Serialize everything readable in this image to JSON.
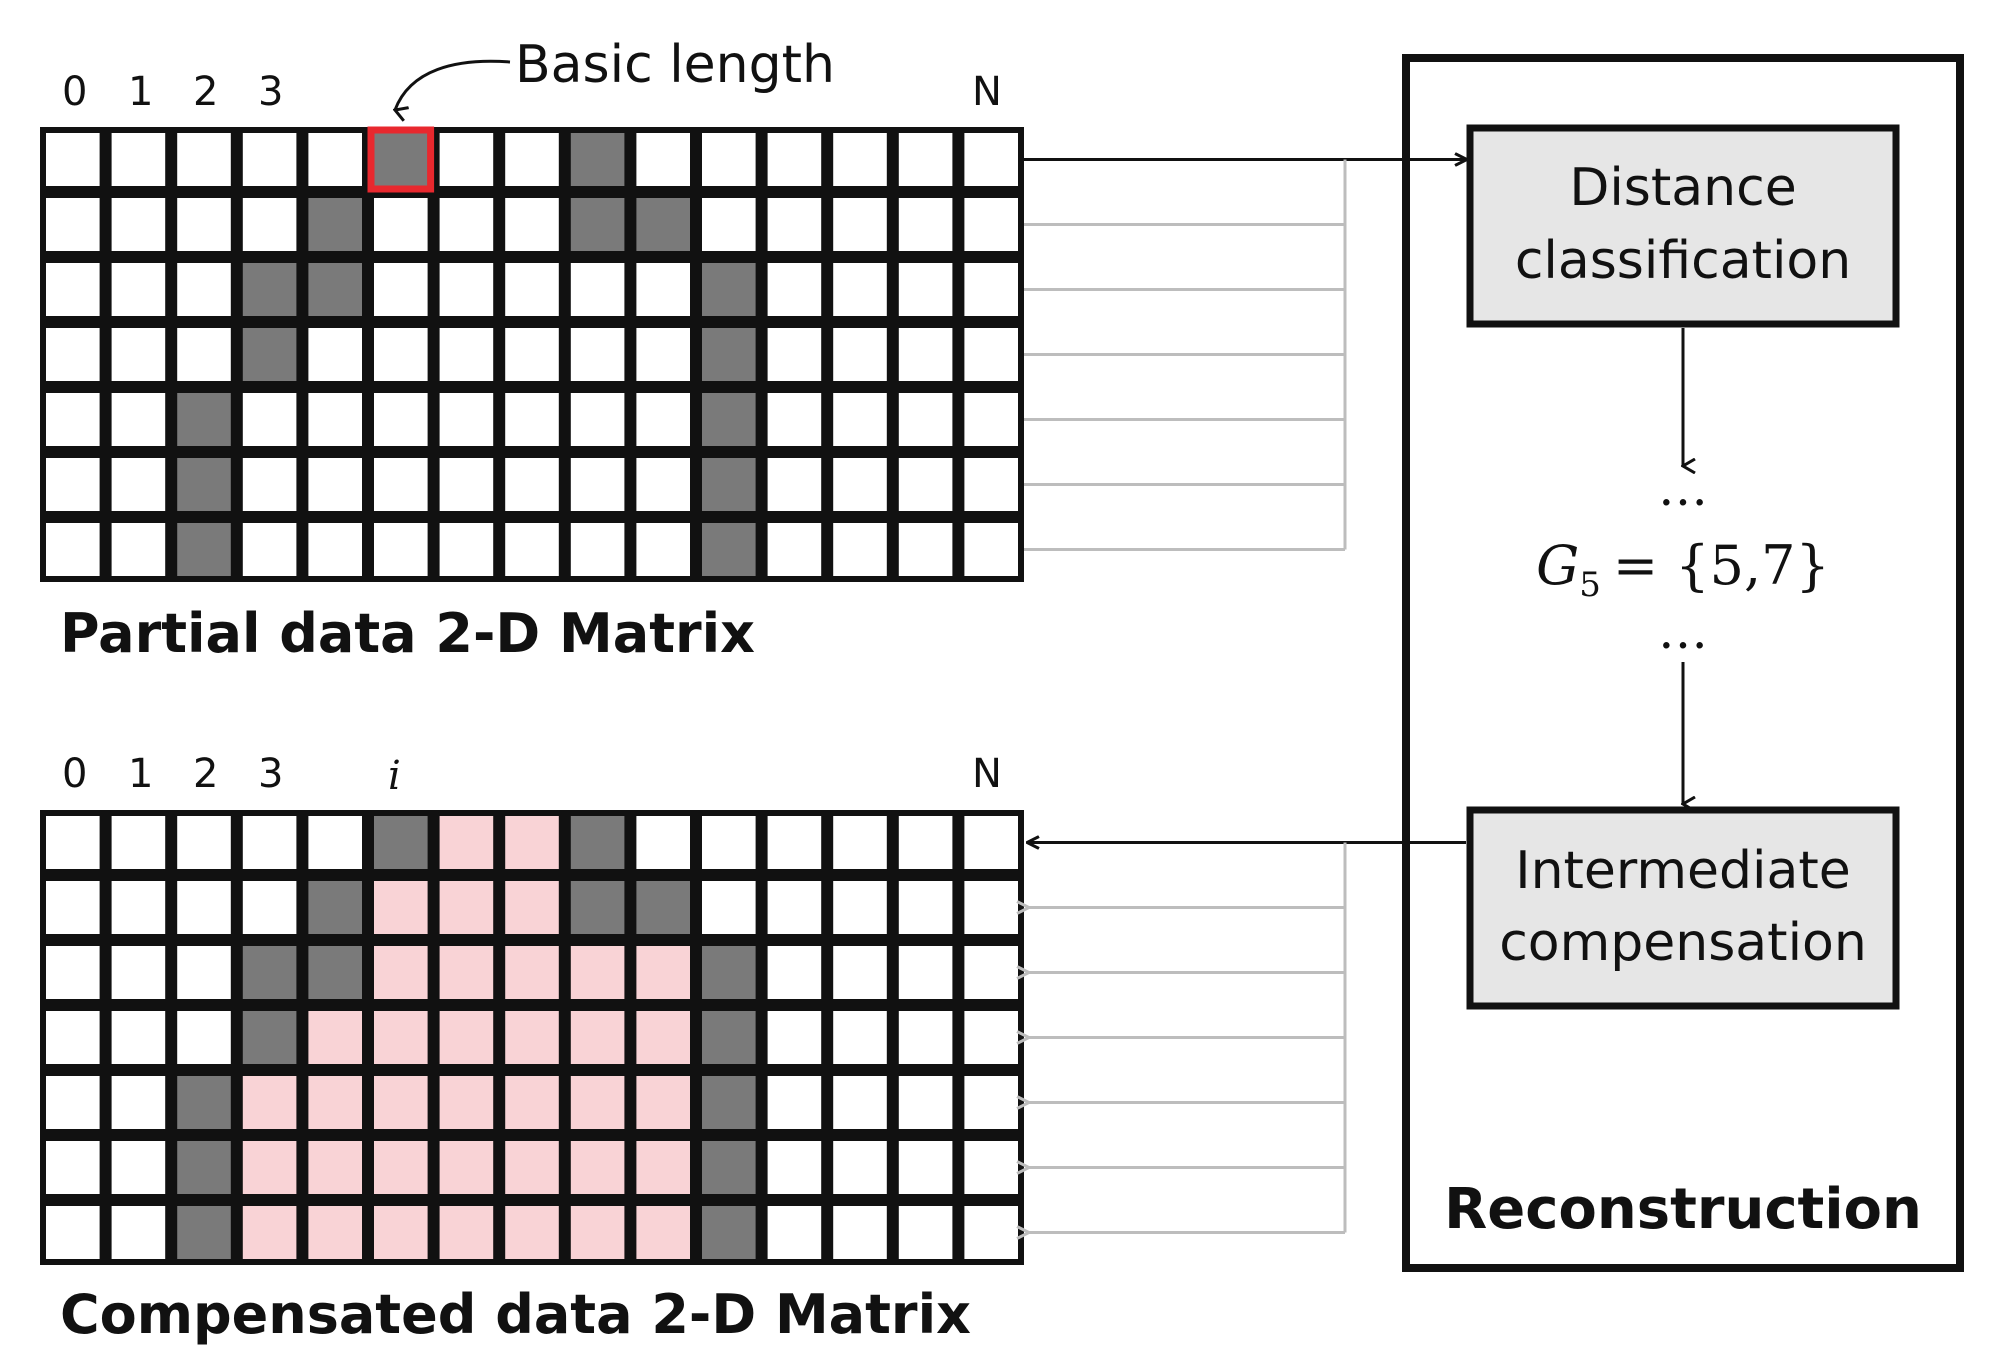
{
  "top_matrix": {
    "caption": "Partial data 2-D Matrix",
    "column_labels": [
      "0",
      "1",
      "2",
      "3",
      "N"
    ],
    "callout": "Basic length",
    "highlight_cell": {
      "row": 0,
      "col": 5
    },
    "dark_cells": [
      [
        0,
        5
      ],
      [
        0,
        8
      ],
      [
        1,
        4
      ],
      [
        1,
        8
      ],
      [
        1,
        9
      ],
      [
        2,
        3
      ],
      [
        2,
        4
      ],
      [
        2,
        10
      ],
      [
        3,
        3
      ],
      [
        3,
        10
      ],
      [
        4,
        2
      ],
      [
        4,
        10
      ],
      [
        5,
        2
      ],
      [
        5,
        10
      ],
      [
        6,
        2
      ],
      [
        6,
        10
      ]
    ],
    "pink_cells": []
  },
  "bottom_matrix": {
    "caption": "Compensated data 2-D Matrix",
    "column_labels": [
      "0",
      "1",
      "2",
      "3",
      "i",
      "N"
    ],
    "dark_cells": [
      [
        0,
        5
      ],
      [
        0,
        8
      ],
      [
        1,
        4
      ],
      [
        1,
        8
      ],
      [
        1,
        9
      ],
      [
        2,
        3
      ],
      [
        2,
        4
      ],
      [
        2,
        10
      ],
      [
        3,
        3
      ],
      [
        3,
        10
      ],
      [
        4,
        2
      ],
      [
        4,
        10
      ],
      [
        5,
        2
      ],
      [
        5,
        10
      ],
      [
        6,
        2
      ],
      [
        6,
        10
      ]
    ],
    "pink_cells": [
      [
        0,
        6
      ],
      [
        0,
        7
      ],
      [
        1,
        5
      ],
      [
        1,
        6
      ],
      [
        1,
        7
      ],
      [
        2,
        5
      ],
      [
        2,
        6
      ],
      [
        2,
        7
      ],
      [
        2,
        8
      ],
      [
        2,
        9
      ],
      [
        3,
        4
      ],
      [
        3,
        5
      ],
      [
        3,
        6
      ],
      [
        3,
        7
      ],
      [
        3,
        8
      ],
      [
        3,
        9
      ],
      [
        4,
        3
      ],
      [
        4,
        4
      ],
      [
        4,
        5
      ],
      [
        4,
        6
      ],
      [
        4,
        7
      ],
      [
        4,
        8
      ],
      [
        4,
        9
      ],
      [
        5,
        3
      ],
      [
        5,
        4
      ],
      [
        5,
        5
      ],
      [
        5,
        6
      ],
      [
        5,
        7
      ],
      [
        5,
        8
      ],
      [
        5,
        9
      ],
      [
        6,
        3
      ],
      [
        6,
        4
      ],
      [
        6,
        5
      ],
      [
        6,
        6
      ],
      [
        6,
        7
      ],
      [
        6,
        8
      ],
      [
        6,
        9
      ]
    ]
  },
  "reconstruction": {
    "title": "Reconstruction",
    "distance_box": {
      "line1": "Distance",
      "line2": "classification"
    },
    "compensation_box": {
      "line1": "Intermediate",
      "line2": "compensation"
    },
    "ellipsis": "…",
    "group": {
      "symbol": "G",
      "subscript": "5",
      "rhs": "= {5,7}"
    }
  },
  "colors": {
    "dark_cell": "#7a7a7a",
    "pink_cell": "#f9d3d6",
    "highlight": "#e8282e",
    "box_fill": "#e6e6e6",
    "connector_gray": "#bdbdbd"
  }
}
